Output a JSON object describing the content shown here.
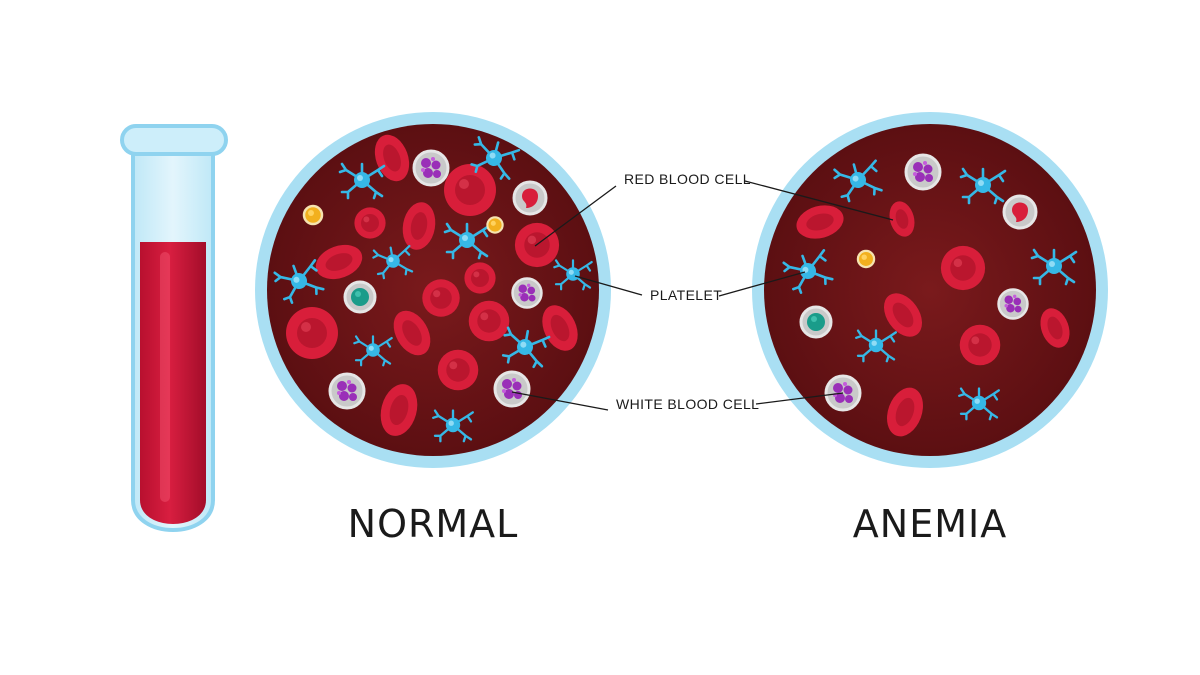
{
  "titles": {
    "normal": "NORMAL",
    "anemia": "ANEMIA"
  },
  "labels": {
    "red_blood_cell": "RED BLOOD CELL",
    "platelet": "PLATELET",
    "white_blood_cell": "WHITE BLOOD CELL"
  },
  "colors": {
    "blood_plasma": "#6a1214",
    "red_cell": "#d81e3a",
    "red_cell_center": "#b5152d",
    "platelet": "#36b8e6",
    "rim": "#a9dff3",
    "tube_blood": "#d3183d"
  }
}
